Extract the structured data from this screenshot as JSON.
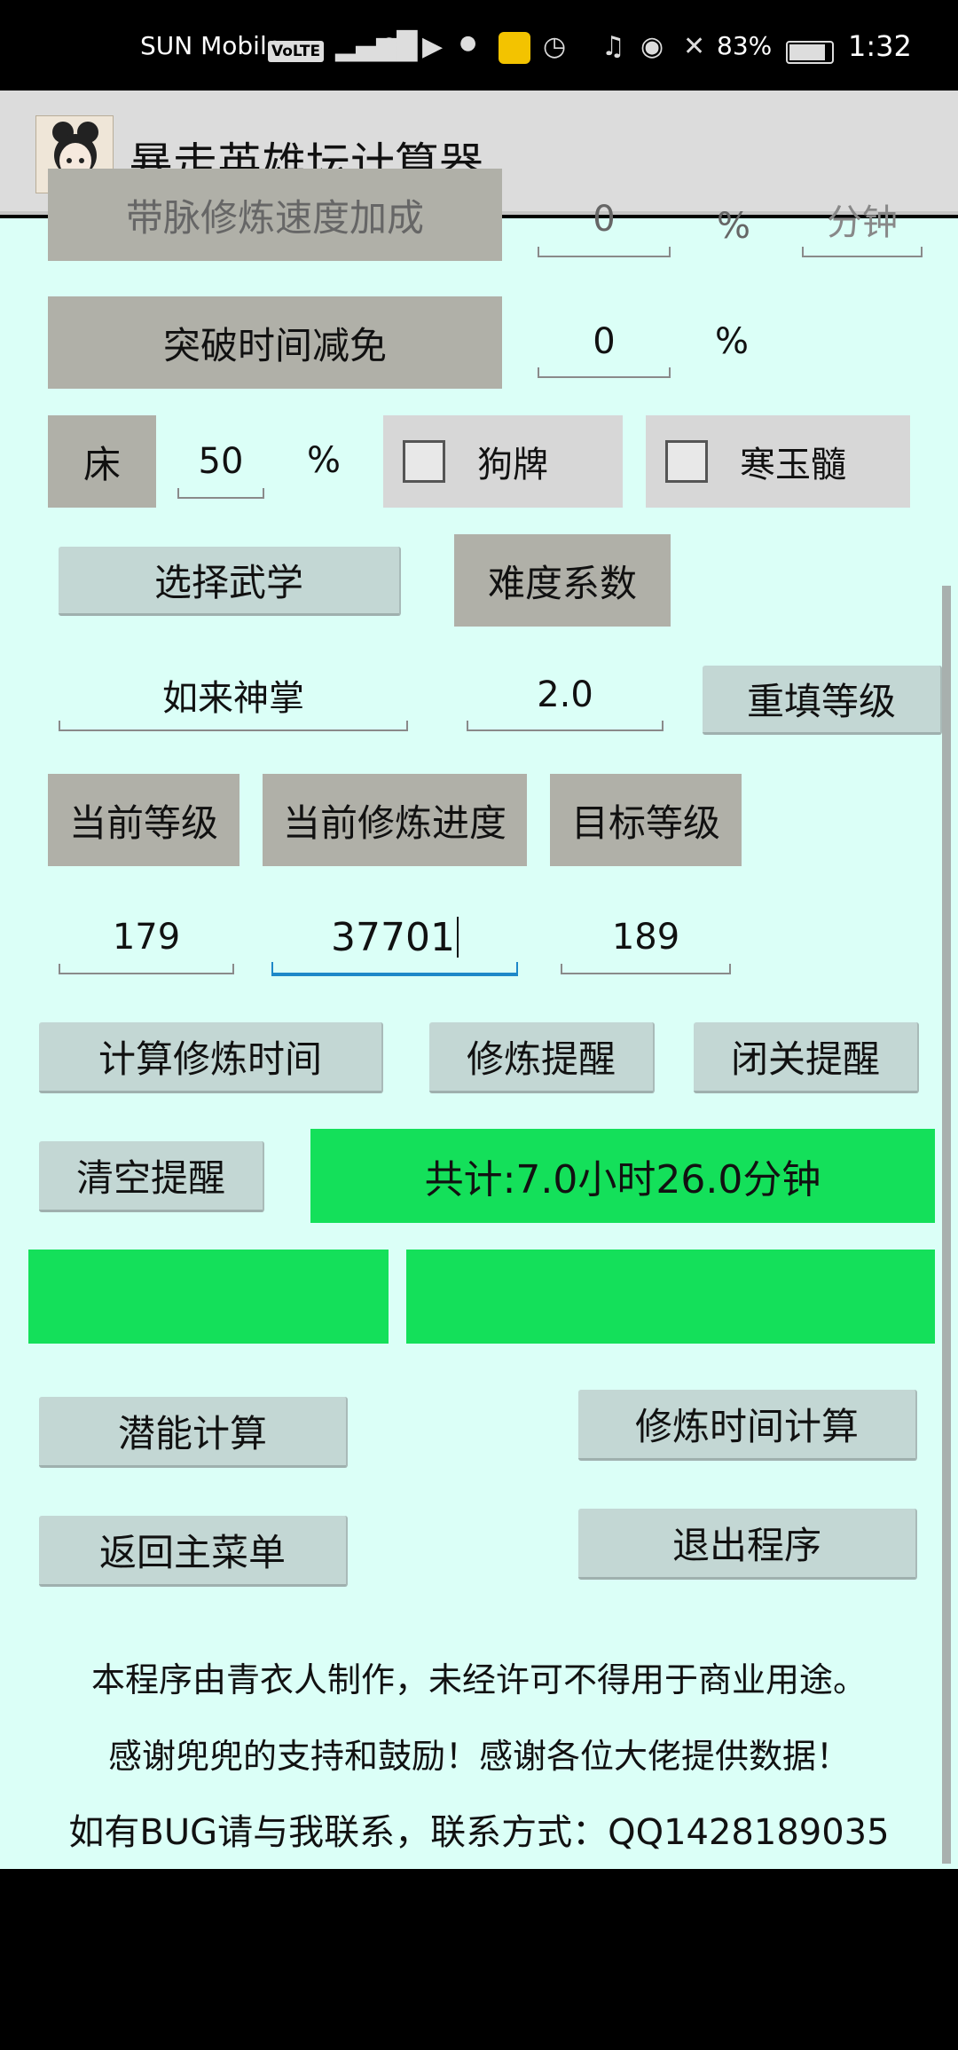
{
  "status_bar": {
    "carrier": "SUN Mobile",
    "volte": "VoLTE",
    "battery": "83%",
    "time": "1:32"
  },
  "app_bar": {
    "title": "暴走英雄坛计算器"
  },
  "rows": {
    "partial_label": "带脉修炼速度加成",
    "partial_value": "0",
    "partial_unit": "%",
    "partial_extra": "分钟",
    "breakthrough_label": "突破时间减免",
    "breakthrough_value": "0",
    "breakthrough_unit": "%",
    "bed_label": "床",
    "bed_value": "50",
    "bed_unit": "%",
    "dog_tag_label": "狗牌",
    "jade_label": "寒玉髓"
  },
  "martial": {
    "select_button": "选择武学",
    "difficulty_button": "难度系数",
    "selected_skill": "如来神掌",
    "difficulty_value": "2.0",
    "reset_button": "重填等级"
  },
  "levels": {
    "current_level_label": "当前等级",
    "current_progress_label": "当前修炼进度",
    "target_level_label": "目标等级",
    "current_level_value": "179",
    "current_progress_value": "37701",
    "target_level_value": "189"
  },
  "actions": {
    "calc_time": "计算修炼时间",
    "train_reminder": "修炼提醒",
    "seclusion_reminder": "闭关提醒",
    "clear_reminder": "清空提醒",
    "result_total": "共计:7.0小时26.0分钟",
    "potential_calc": "潜能计算",
    "train_time_calc": "修炼时间计算",
    "back_menu": "返回主菜单",
    "exit": "退出程序"
  },
  "notes": {
    "line1": "本程序由青衣人制作，未经许可不得用于商业用途。",
    "line2": "感谢兜兜的支持和鼓励！感谢各位大佬提供数据！",
    "line3": "如有BUG请与我联系，联系方式：QQ1428189035"
  },
  "colors": {
    "content_bg": "#dbfff7",
    "result_green": "#14e05a",
    "active_field": "#1e88c8"
  }
}
